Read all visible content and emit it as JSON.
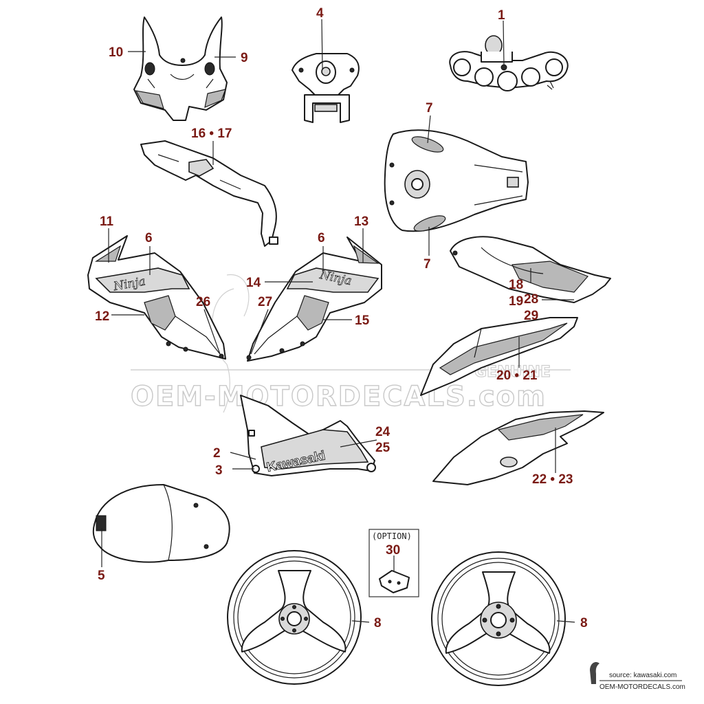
{
  "callouts": {
    "c1": "1",
    "c4": "4",
    "c10": "10",
    "c9": "9",
    "c1617": "16 • 17",
    "c7a": "7",
    "c7b": "7",
    "c11": "11",
    "c6a": "6",
    "c12": "12",
    "c26": "26",
    "c13": "13",
    "c6b": "6",
    "c14": "14",
    "c27": "27",
    "c15": "15",
    "c18": "18",
    "c19": "19",
    "c28": "28",
    "c29": "29",
    "c2021": "20 • 21",
    "c2": "2",
    "c3": "3",
    "c24": "24",
    "c25": "25",
    "c2223": "22 • 23",
    "c5": "5",
    "c30": "30",
    "c8a": "8",
    "c8b": "8"
  },
  "decals": {
    "ninja_left": "Ninja",
    "ninja_right": "Ninja",
    "kawasaki": "Kawasaki"
  },
  "option_label": "(OPTION)",
  "watermark": {
    "main": "OEM-MOTORDECALS.com",
    "secondary": "GENUINE"
  },
  "footer": {
    "source": "source: kawasaki.com",
    "site": "OEM-MOTORDECALS.com"
  },
  "colors": {
    "callout": "#7a1a14",
    "line": "#1a1a1a",
    "watermark": "#c8c8c8"
  }
}
